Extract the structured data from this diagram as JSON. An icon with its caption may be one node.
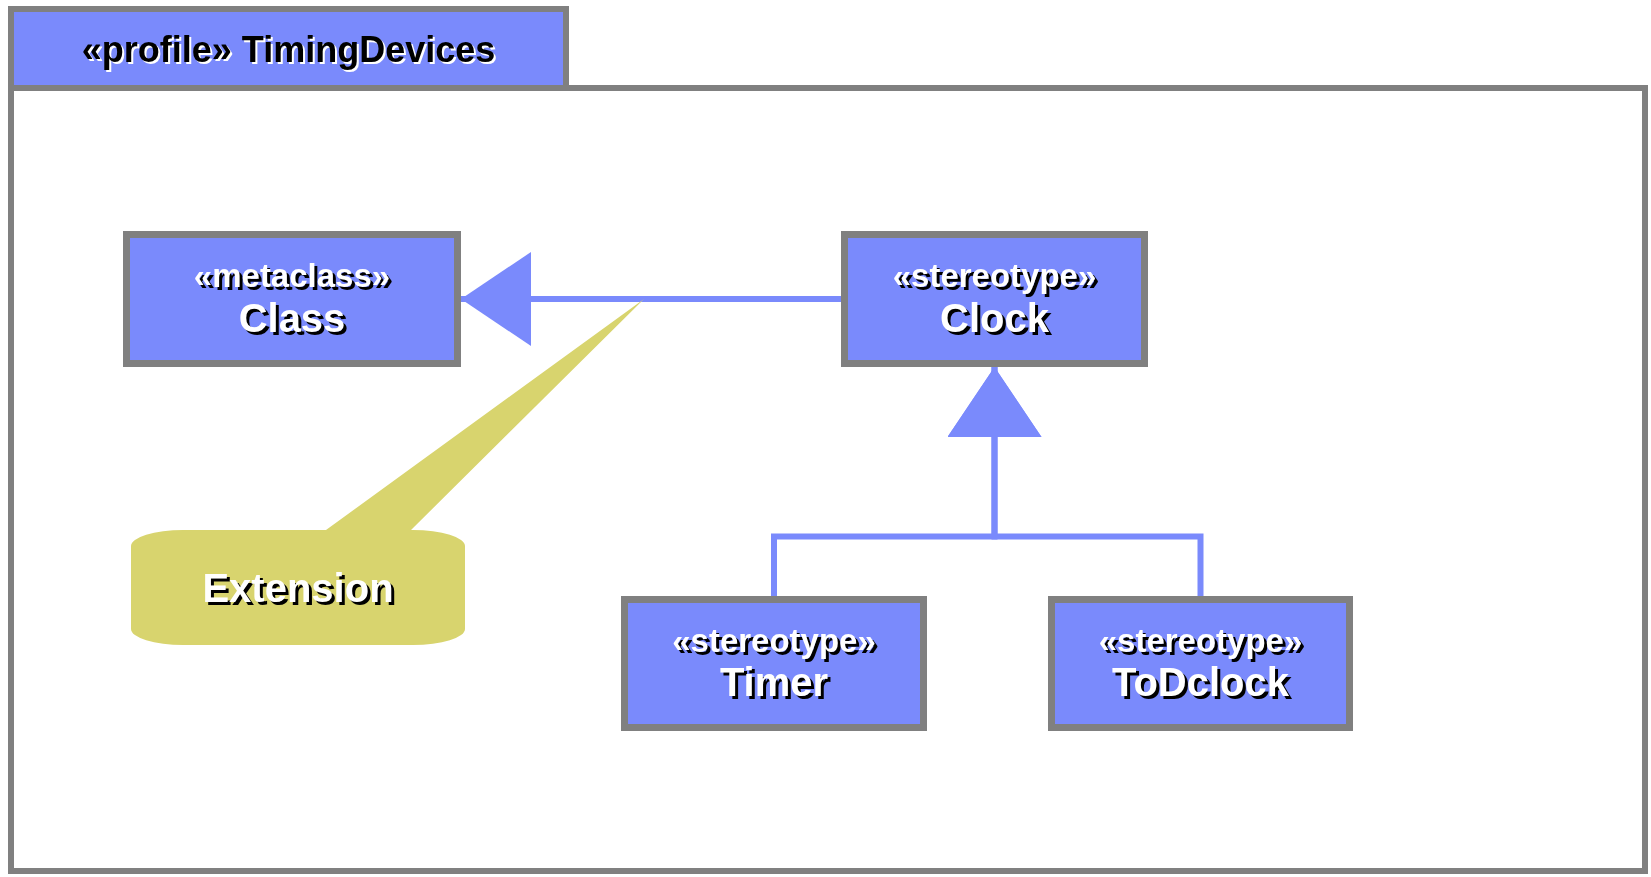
{
  "diagram": {
    "nodes": [
      {
        "text": [
          "«profile» TimingDevices"
        ]
      },
      {
        "text": [
          "«metaclass»",
          "Class"
        ],
        "in": 0
      },
      {
        "text": [
          "«stereotype»",
          "Clock"
        ],
        "in": 0
      },
      {
        "text": [
          "«stereotype»",
          "Timer"
        ],
        "in": 0
      },
      {
        "text": [
          "«stereotype»",
          "ToDclock"
        ],
        "in": 0
      },
      {
        "text": [
          "Extension"
        ],
        "in": 0
      }
    ],
    "edges": [
      {
        "from": 2,
        "to": 1,
        "arrow": "to"
      },
      {
        "from": 3,
        "to": 2,
        "arrow": "to"
      },
      {
        "from": 4,
        "to": 2,
        "arrow": "to"
      }
    ]
  }
}
